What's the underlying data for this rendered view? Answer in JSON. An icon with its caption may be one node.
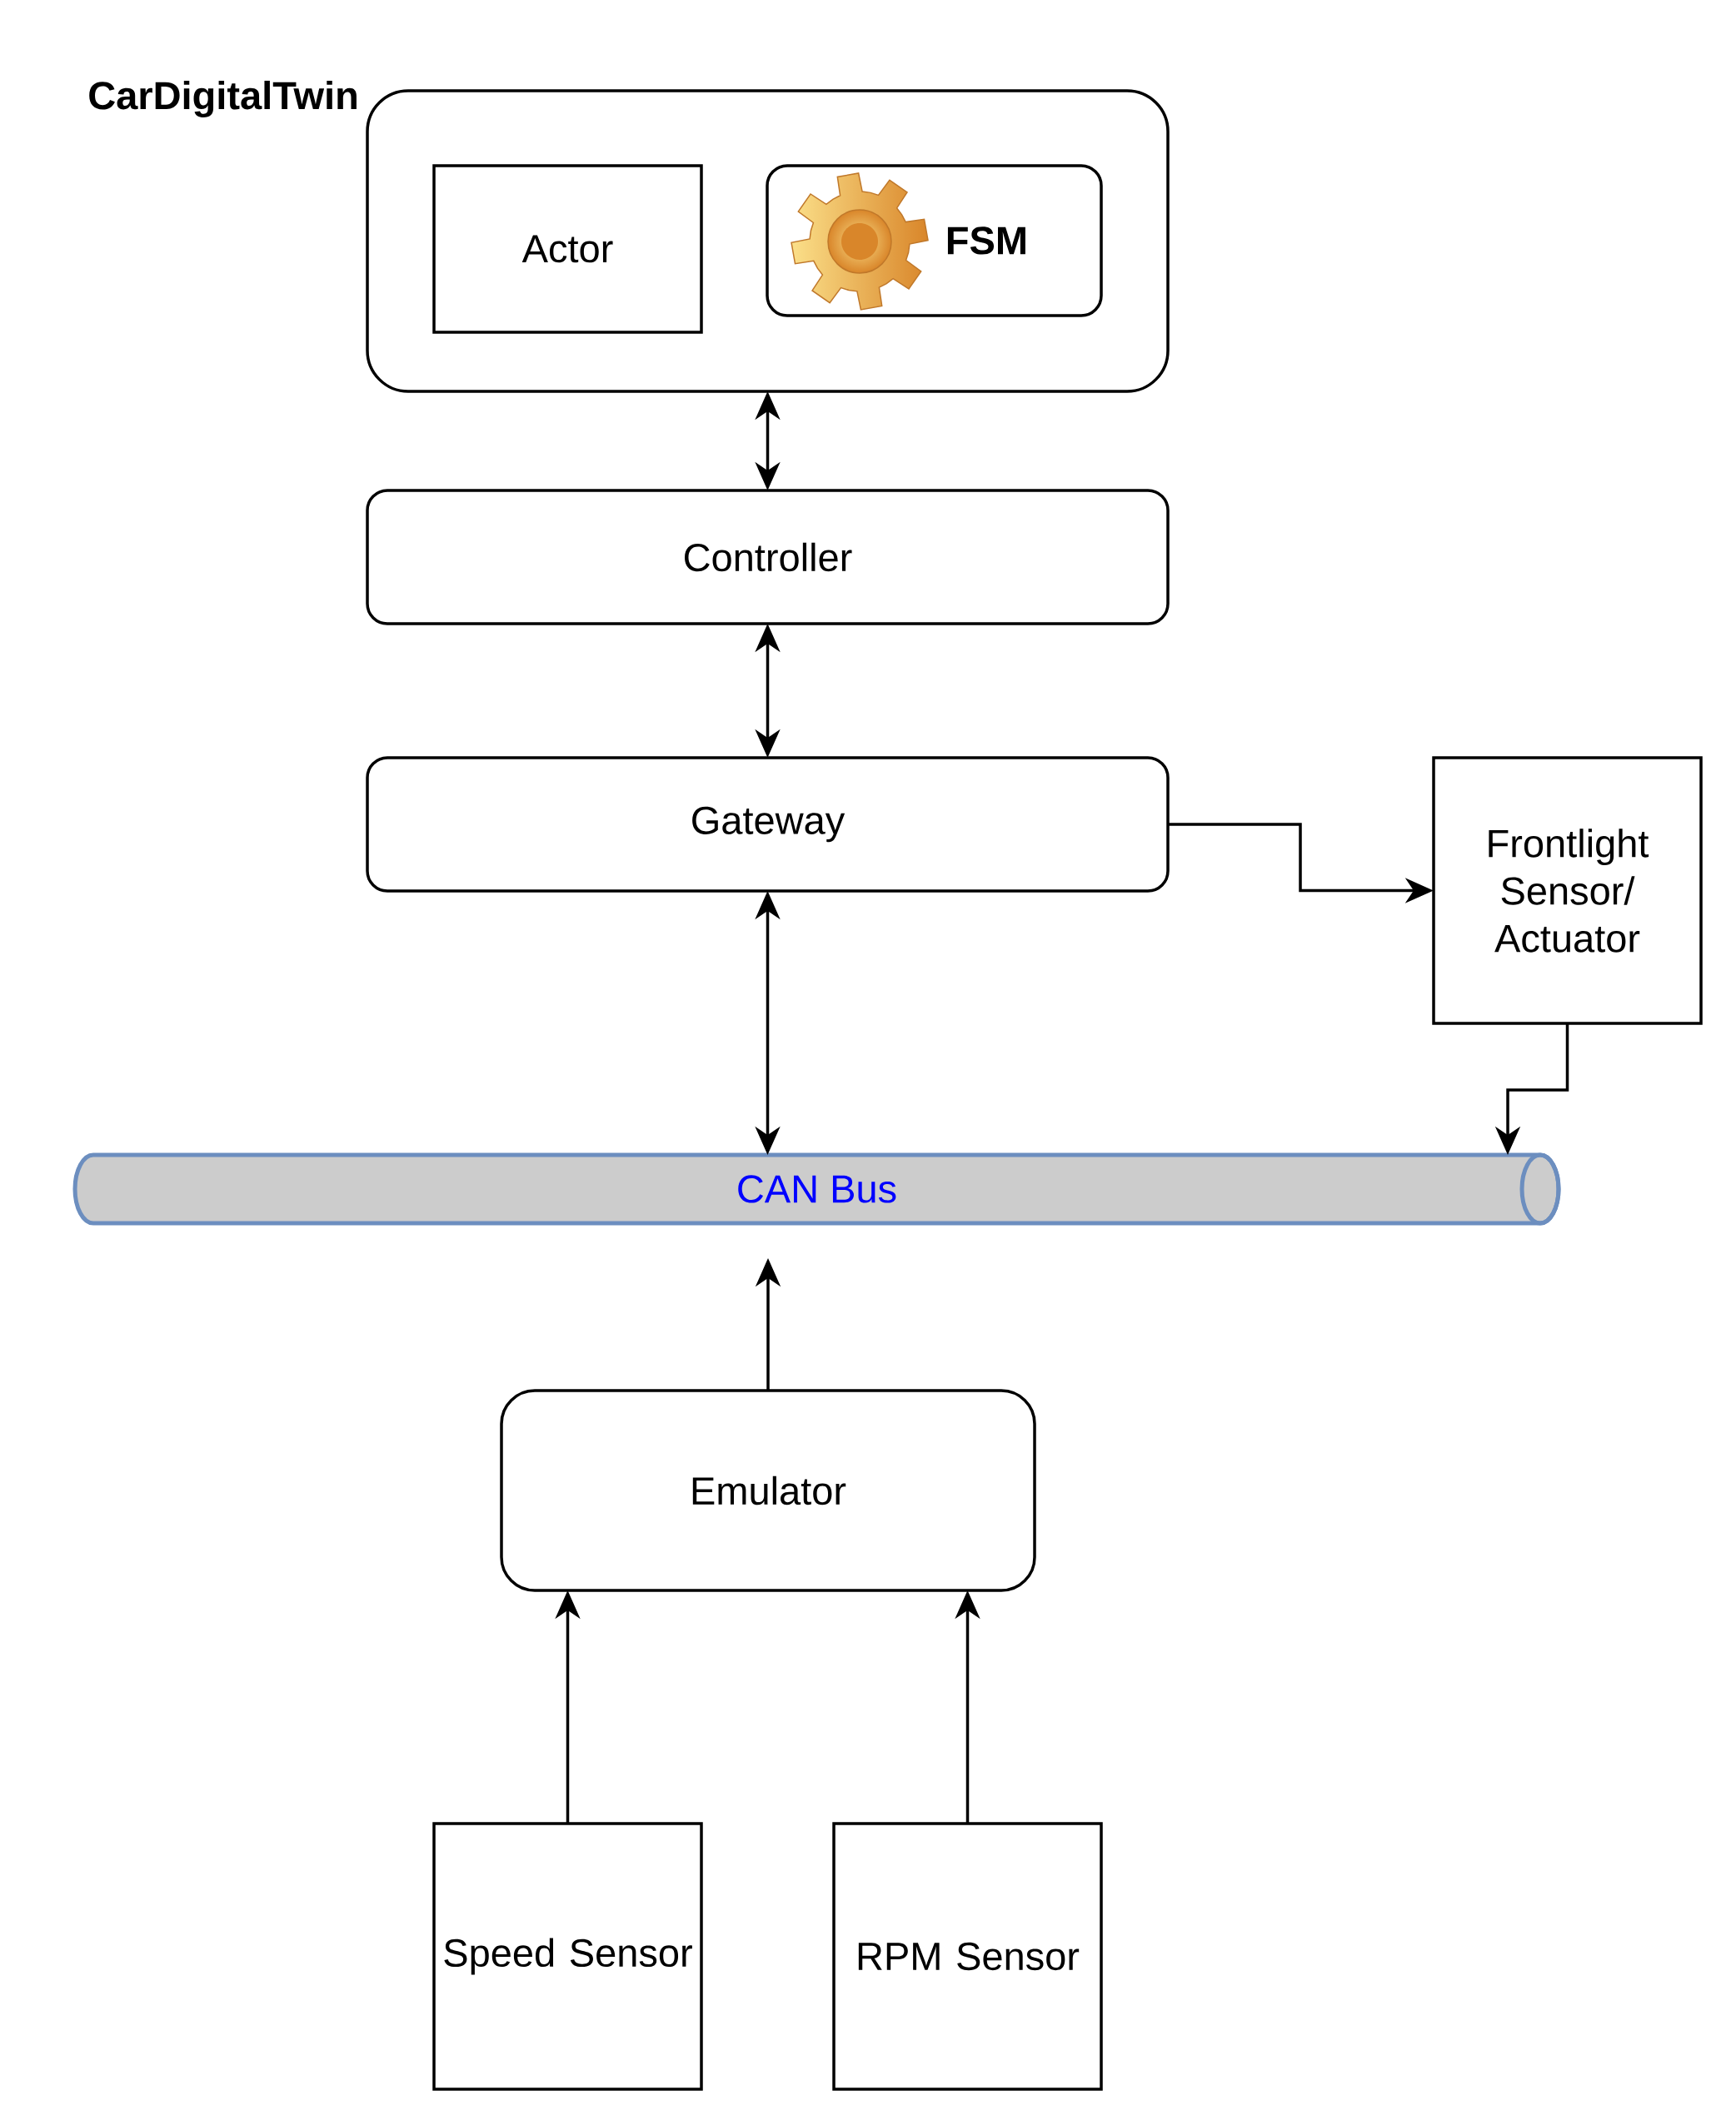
{
  "diagram": {
    "nodes": [
      {
        "text": [
          "CarDigitalTwin"
        ]
      },
      {
        "text": [
          "Actor"
        ],
        "in": 0
      },
      {
        "text": [
          "FSM"
        ],
        "in": 0
      },
      {
        "text": [
          "Controller"
        ]
      },
      {
        "text": [
          "Gateway"
        ]
      },
      {
        "text": [
          "Frontlight Sensor/ Actuator"
        ]
      },
      {
        "text": [
          "CAN Bus"
        ]
      },
      {
        "text": [
          "Emulator"
        ]
      },
      {
        "text": [
          "Speed Sensor"
        ]
      },
      {
        "text": [
          "RPM Sensor"
        ]
      }
    ],
    "edges": [
      {
        "from": 0,
        "to": 3,
        "arrow": "both"
      },
      {
        "from": 3,
        "to": 4,
        "arrow": "both"
      },
      {
        "from": 4,
        "to": 6,
        "arrow": "both"
      },
      {
        "from": 4,
        "to": 5,
        "arrow": "to"
      },
      {
        "from": 5,
        "to": 6,
        "arrow": "to"
      },
      {
        "from": 7,
        "to": null,
        "arrow": "to"
      },
      {
        "from": 8,
        "to": 7,
        "arrow": "to"
      },
      {
        "from": 9,
        "to": 7,
        "arrow": "to"
      }
    ]
  }
}
